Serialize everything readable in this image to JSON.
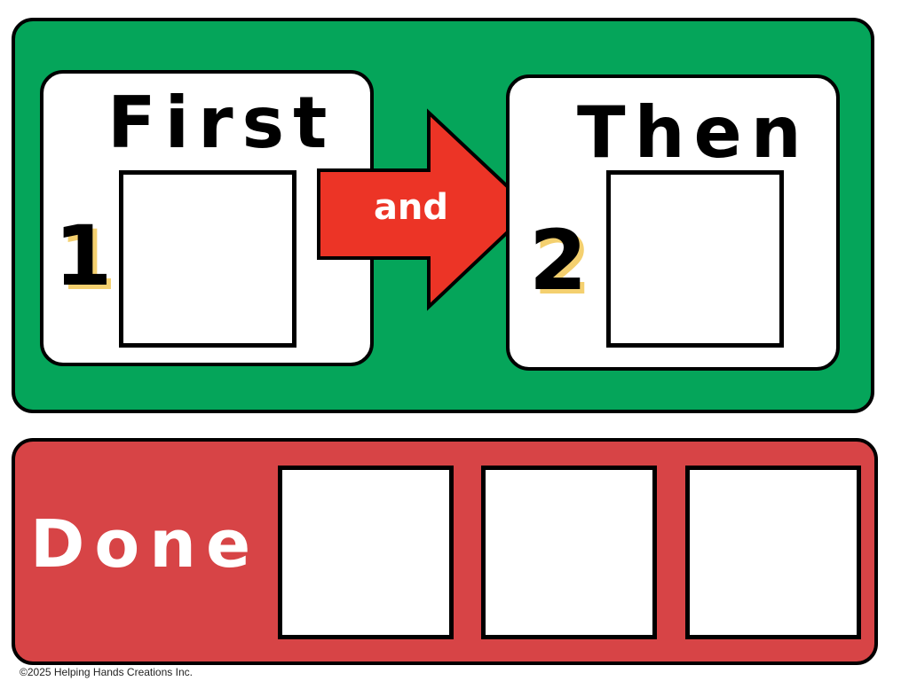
{
  "first_card": {
    "title": "First",
    "step_number": "1"
  },
  "arrow": {
    "label": "and",
    "icon": "right-arrow-icon"
  },
  "then_card": {
    "title": "Then",
    "step_number": "2"
  },
  "done_strip": {
    "label": "Done",
    "slot_count": 3
  },
  "footer": {
    "copyright": "©2025 Helping Hands Creations Inc."
  },
  "colors": {
    "top_panel": "#05a55a",
    "bottom_panel": "#d74446",
    "arrow": "#ec3426",
    "number_shadow": "#f4d06f"
  }
}
